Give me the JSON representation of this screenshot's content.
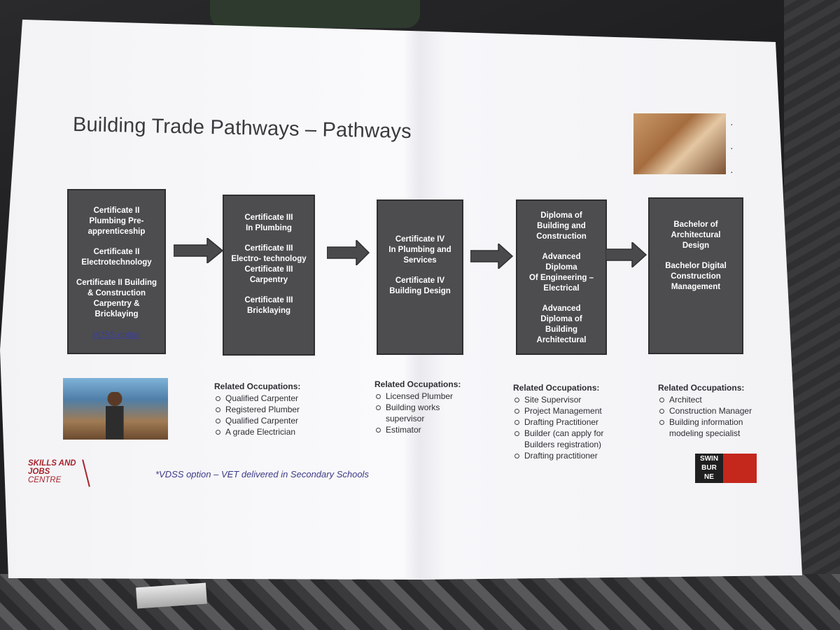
{
  "title": "Building Trade Pathways – Pathways",
  "stages": [
    {
      "lines": [
        "Certificate II",
        "Plumbing Pre-",
        "apprenticeship",
        "",
        "Certificate II",
        "Electrotechnology",
        "",
        "Certificate II Building",
        "& Construction",
        "Carpentry &",
        "Bricklaying"
      ],
      "note": "VDSS option"
    },
    {
      "lines": [
        "Certificate III",
        "In Plumbing",
        "",
        "Certificate III",
        "Electro- technology",
        "Certificate III",
        "Carpentry",
        "",
        "Certificate III",
        "Bricklaying"
      ]
    },
    {
      "lines": [
        "Certificate IV",
        "In Plumbing and",
        "Services",
        "",
        "Certificate IV",
        "Building Design"
      ]
    },
    {
      "lines": [
        "Diploma of",
        "Building and",
        "Construction",
        "",
        "Advanced",
        "Diploma",
        "Of Engineering –",
        "Electrical",
        "",
        "Advanced",
        "Diploma of",
        "Building",
        "Architectural"
      ]
    },
    {
      "lines": [
        "Bachelor of",
        "Architectural",
        "Design",
        "",
        "Bachelor Digital",
        "Construction",
        "Management"
      ]
    }
  ],
  "occupations": [
    {
      "heading": "Related Occupations:",
      "items": [
        "Qualified Carpenter",
        "Registered Plumber",
        "Qualified Carpenter",
        "A grade Electrician"
      ]
    },
    {
      "heading": "Related Occupations:",
      "items": [
        "Licensed Plumber",
        "Building works",
        "supervisor",
        "Estimator"
      ]
    },
    {
      "heading": "Related Occupations:",
      "items": [
        "Site Supervisor",
        "Project Management",
        "Drafting Practitioner",
        "Builder (can apply for",
        "Builders registration)",
        "Drafting practitioner"
      ]
    },
    {
      "heading": "Related Occupations:",
      "items": [
        "Architect",
        "Construction Manager",
        "Building information",
        "modeling specialist"
      ]
    }
  ],
  "footer": {
    "logo_line1": "SKILLS AND",
    "logo_line2": "JOBS",
    "logo_line3": "CENTRE",
    "vdss_note": "*VDSS option – VET delivered in Secondary Schools",
    "swinburne_line1": "SWIN",
    "swinburne_line2": "BUR",
    "swinburne_line3": "NE"
  },
  "colors": {
    "box_fill": "#4d4d50",
    "arrow_fill": "#4a4a4d",
    "logo_red": "#a6242d",
    "swinburne_red": "#c4271c"
  }
}
